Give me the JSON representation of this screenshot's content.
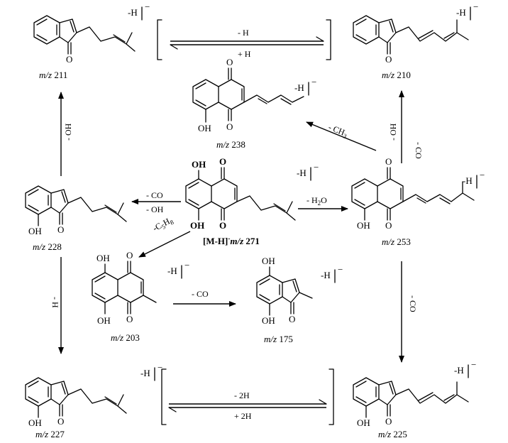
{
  "charge_tag": "-H",
  "charge_minus": "−",
  "atoms": {
    "O": "O",
    "OH": "OH"
  },
  "compounds": {
    "c211": {
      "mz_prefix": "m/z",
      "mz_value": "211"
    },
    "c210": {
      "mz_prefix": "m/z",
      "mz_value": "210"
    },
    "c238": {
      "mz_prefix": "m/z",
      "mz_value": "238"
    },
    "c228": {
      "mz_prefix": "m/z",
      "mz_value": "228"
    },
    "c271": {
      "ion_label": "[M-H]",
      "ion_sup": "-",
      "mz_prefix": "m/z",
      "mz_value": "271"
    },
    "c253": {
      "mz_prefix": "m/z",
      "mz_value": "253"
    },
    "c203": {
      "mz_prefix": "m/z",
      "mz_value": "203"
    },
    "c175": {
      "mz_prefix": "m/z",
      "mz_value": "175"
    },
    "c227": {
      "mz_prefix": "m/z",
      "mz_value": "227"
    },
    "c225": {
      "mz_prefix": "m/z",
      "mz_value": "225"
    }
  },
  "transitions": {
    "eq_top_forward": "- H",
    "eq_top_reverse": "+ H",
    "eq_bottom_forward": "- 2H",
    "eq_bottom_reverse": "+ 2H",
    "loss_oh_left": "- OH",
    "loss_co_oh_1": "- CO",
    "loss_co_oh_2": "- OH",
    "loss_h2o_pre": "- H",
    "loss_h2o_sub": "2",
    "loss_h2o_post": "O",
    "loss_ch3_pre": "- CH",
    "loss_ch3_sub": "3",
    "loss_c5h8_pre": "-C",
    "loss_c5h8_sub1": "5",
    "loss_c5h8_mid": "H",
    "loss_c5h8_sub2": "8",
    "loss_co_oh_right_1": "- OH",
    "loss_co_oh_right_2": "- CO",
    "loss_co_203": "- CO",
    "loss_h_left": "- H",
    "loss_co_right": "- CO"
  }
}
